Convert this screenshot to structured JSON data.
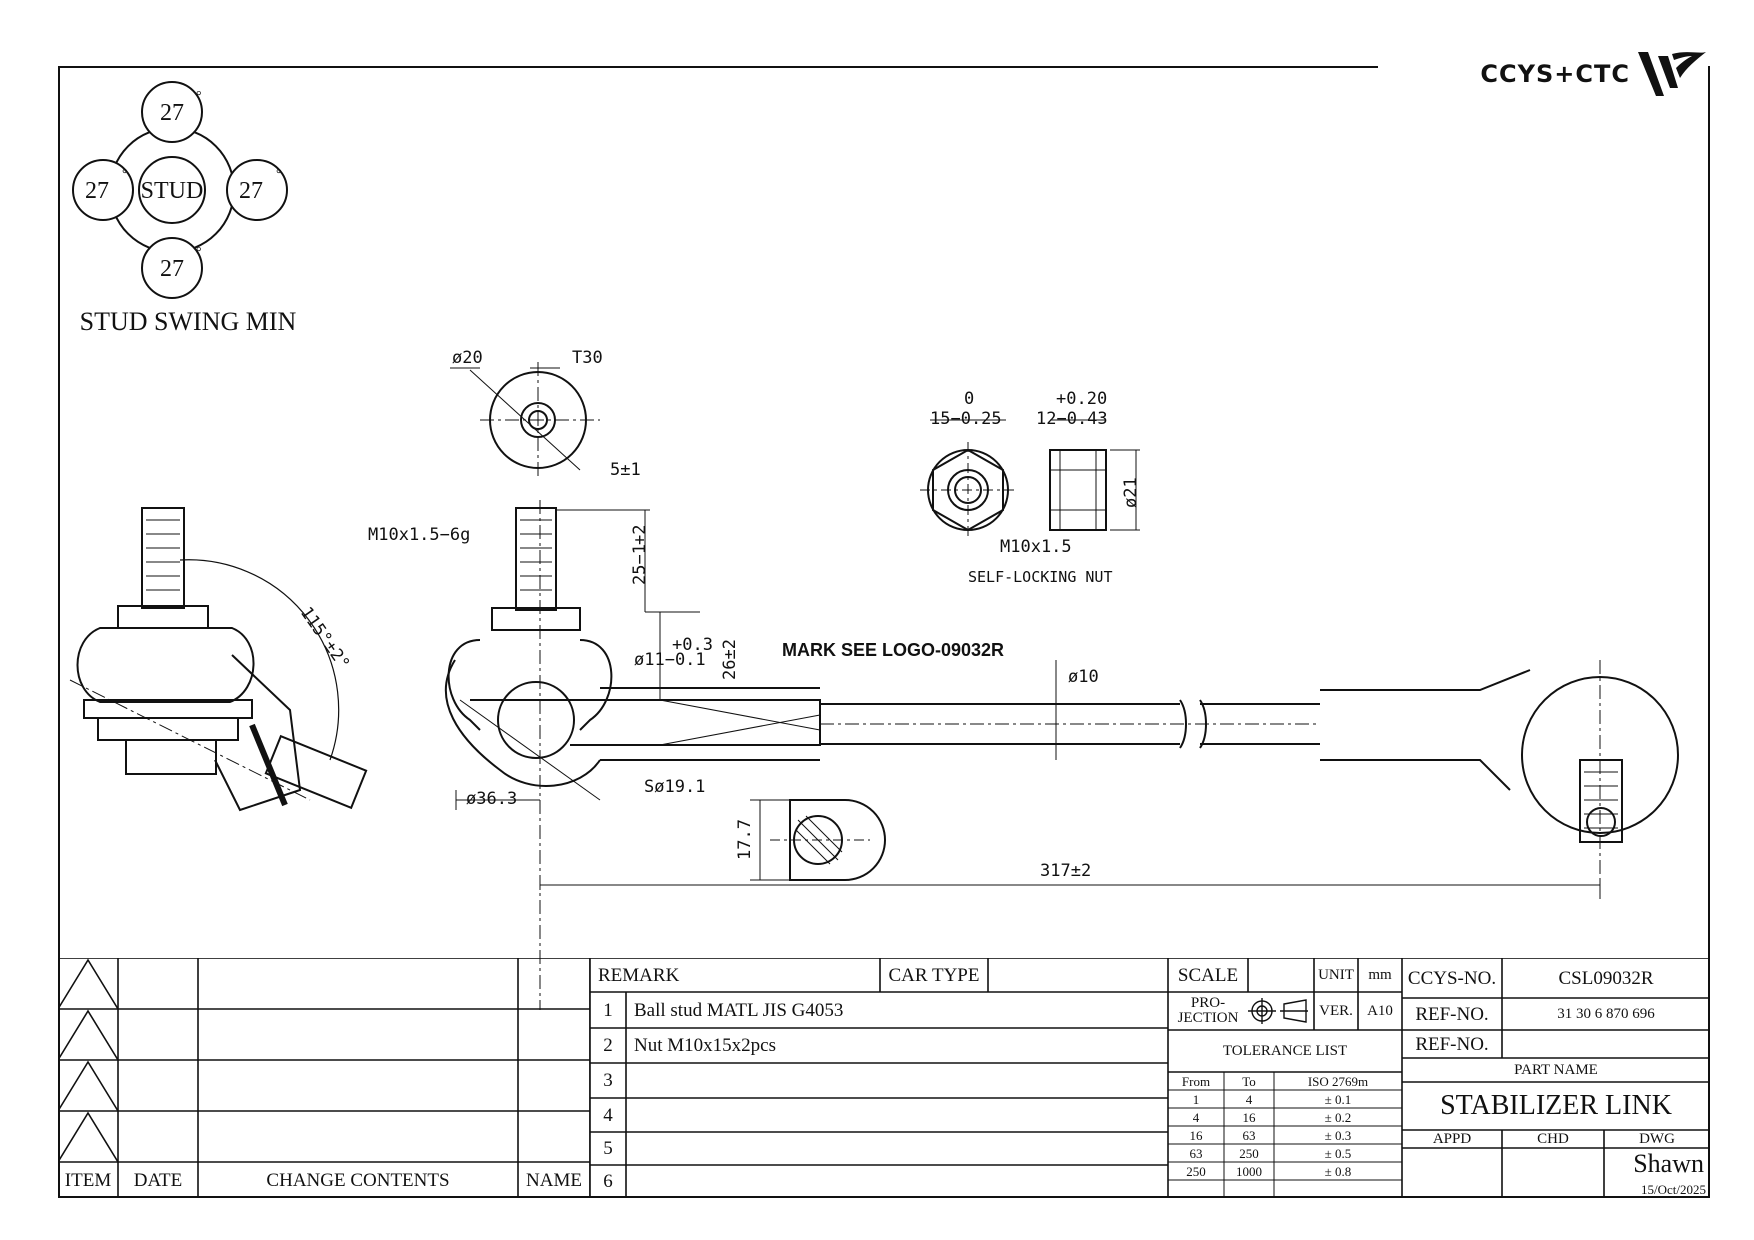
{
  "logo": {
    "text": "CCYS+CTC"
  },
  "stud_swing": {
    "center_label": "STUD",
    "angles": [
      "27",
      "27",
      "27",
      "27"
    ],
    "degree_sign": "°",
    "caption": "STUD SWING MIN"
  },
  "dimensions": {
    "phi20": "ø20",
    "t30": "T30",
    "five_pm1": "5±1",
    "thread": "M10x1.5−6g",
    "tol_plus2": "+2",
    "tol_25m1": "25−1",
    "tol_p03": "+0.3",
    "phi11": "ø11−0.1",
    "d26": "26±2",
    "mark": "MARK SEE LOGO-09032R",
    "phi10": "ø10",
    "phi36": "ø36.3",
    "s19": "Sø19.1",
    "d177": "17.7",
    "d317": "317±2",
    "angle": "115°±2°",
    "nut_zero": "0",
    "nut_15": "15−0.25",
    "nut_p020": "+0.20",
    "nut_12": "12−0.43",
    "nut_phi21": "ø21",
    "nut_m10": "M10x1.5",
    "nut_caption": "SELF-LOCKING NUT"
  },
  "revisions": {
    "headers": [
      "ITEM",
      "DATE",
      "CHANGE CONTENTS",
      "NAME"
    ]
  },
  "remarks": {
    "header": "REMARK",
    "car_type_label": "CAR TYPE",
    "rows": [
      {
        "n": "1",
        "text": "Ball stud MATL JIS G4053"
      },
      {
        "n": "2",
        "text": "Nut M10x15x2pcs"
      },
      {
        "n": "3",
        "text": ""
      },
      {
        "n": "4",
        "text": ""
      },
      {
        "n": "5",
        "text": ""
      },
      {
        "n": "6",
        "text": ""
      }
    ]
  },
  "info": {
    "scale_label": "SCALE",
    "unit_label": "UNIT",
    "unit_value": "mm",
    "projection_label": "PRO-JECTION",
    "ver_label": "VER.",
    "ver_value": "A10",
    "tolerance_title": "TOLERANCE LIST",
    "tolerance_headers": [
      "From",
      "To",
      "ISO 2769m"
    ],
    "tolerance_rows": [
      [
        "1",
        "4",
        "± 0.1"
      ],
      [
        "4",
        "16",
        "± 0.2"
      ],
      [
        "16",
        "63",
        "± 0.3"
      ],
      [
        "63",
        "250",
        "± 0.5"
      ],
      [
        "250",
        "1000",
        "± 0.8"
      ]
    ]
  },
  "part": {
    "ccys_label": "CCYS-NO.",
    "ccys_value": "CSL09032R",
    "ref_label": "REF-NO.",
    "ref_value": "31 30 6 870 696",
    "ref2_label": "REF-NO.",
    "part_name_label": "PART NAME",
    "part_name": "STABILIZER LINK",
    "appd": "APPD",
    "chd": "CHD",
    "dwg": "DWG",
    "drawer": "Shawn",
    "date": "15/Oct/2025"
  }
}
